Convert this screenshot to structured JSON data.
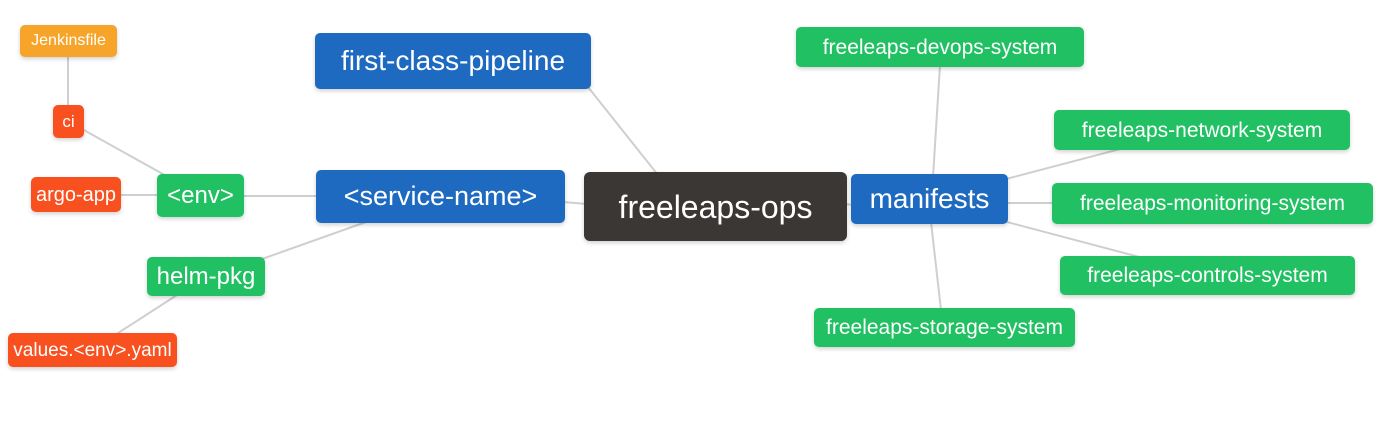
{
  "diagram": {
    "type": "mindmap",
    "palette": {
      "root": "#3a3735",
      "primary": "#1e6ac1",
      "success": "#21c163",
      "danger": "#f8501f",
      "warning": "#f7a52a",
      "edge": "#cfcfcf",
      "text": "#ffffff",
      "background": "#ffffff"
    },
    "nodes": {
      "freeleaps_ops": {
        "label": "freeleaps-ops",
        "role": "root"
      },
      "first_class_pipeline": {
        "label": "first-class-pipeline",
        "role": "primary"
      },
      "service_name": {
        "label": "<service-name>",
        "role": "primary"
      },
      "manifests": {
        "label": "manifests",
        "role": "primary"
      },
      "env": {
        "label": "<env>",
        "role": "success"
      },
      "helm_pkg": {
        "label": "helm-pkg",
        "role": "success"
      },
      "ci": {
        "label": "ci",
        "role": "danger"
      },
      "argo_app": {
        "label": "argo-app",
        "role": "danger"
      },
      "values_env_yaml": {
        "label": "values.<env>.yaml",
        "role": "danger"
      },
      "jenkinsfile": {
        "label": "Jenkinsfile",
        "role": "warning"
      },
      "devops_system": {
        "label": "freeleaps-devops-system",
        "role": "success"
      },
      "network_system": {
        "label": "freeleaps-network-system",
        "role": "success"
      },
      "monitoring_system": {
        "label": "freeleaps-monitoring-system",
        "role": "success"
      },
      "controls_system": {
        "label": "freeleaps-controls-system",
        "role": "success"
      },
      "storage_system": {
        "label": "freeleaps-storage-system",
        "role": "success"
      }
    },
    "edges": [
      {
        "from": "jenkinsfile",
        "to": "ci"
      },
      {
        "from": "ci",
        "to": "env"
      },
      {
        "from": "argo_app",
        "to": "env"
      },
      {
        "from": "env",
        "to": "service_name"
      },
      {
        "from": "helm_pkg",
        "to": "service_name"
      },
      {
        "from": "values_env_yaml",
        "to": "helm_pkg"
      },
      {
        "from": "first_class_pipeline",
        "to": "freeleaps_ops"
      },
      {
        "from": "service_name",
        "to": "freeleaps_ops"
      },
      {
        "from": "freeleaps_ops",
        "to": "manifests"
      },
      {
        "from": "manifests",
        "to": "devops_system"
      },
      {
        "from": "manifests",
        "to": "network_system"
      },
      {
        "from": "manifests",
        "to": "monitoring_system"
      },
      {
        "from": "manifests",
        "to": "controls_system"
      },
      {
        "from": "manifests",
        "to": "storage_system"
      }
    ]
  }
}
